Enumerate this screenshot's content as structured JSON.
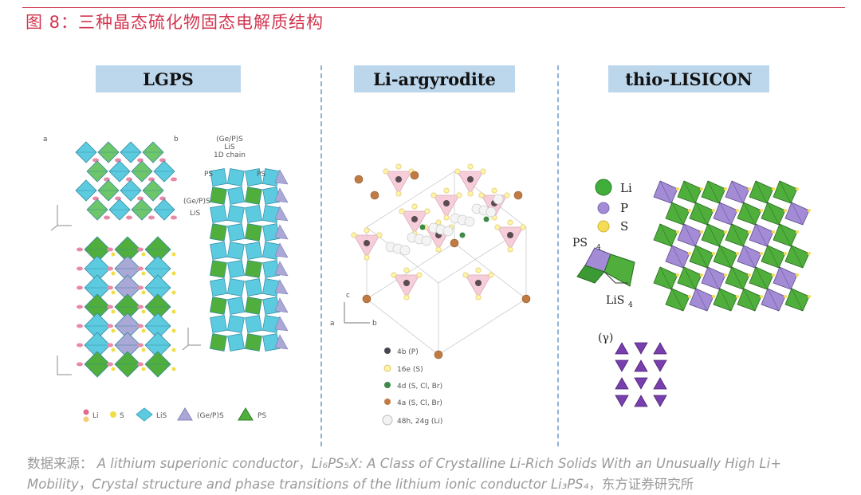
{
  "figure": {
    "title": "图 8：三种晶态硫化物固态电解质结构"
  },
  "panels": {
    "lgps": {
      "label": "LGPS",
      "sub_a": "a",
      "sub_b": "b",
      "annot_top": [
        "(Ge/P)S",
        "LiS",
        "1D chain"
      ],
      "annot_ps": "PS",
      "annot_gep": "(Ge/P)S",
      "annot_lis": "LiS",
      "legend": [
        "Li",
        "S",
        "LiS",
        "(Ge/P)S",
        "PS"
      ]
    },
    "argyrodite": {
      "label": "Li-argyrodite",
      "axes": [
        "c",
        "a",
        "b"
      ],
      "legend": [
        "4b (P)",
        "16e (S)",
        "4d (S, Cl, Br)",
        "4a (S, Cl, Br)",
        "48h, 24g (Li)"
      ]
    },
    "thio": {
      "label": "thio-LISICON",
      "legend": [
        "Li",
        "P",
        "S"
      ],
      "ps4": "PS",
      "lis4": "LiS",
      "gamma": "(γ)"
    }
  },
  "source": {
    "prefix": "数据来源：",
    "ref1": "A lithium superionic conductor",
    "sep1": "，",
    "ref2": "Li₆PS₅X: A Class of Crystalline Li-Rich Solids With an Unusually High Li+ Mobility",
    "sep2": "，",
    "ref3": "Crystal structure and phase transitions of the lithium ionic conductor Li₃PS₄",
    "sep3": "，",
    "org": "东方证券研究所"
  },
  "colors": {
    "accent": "#d2354f",
    "label_bg": "#bcd6ec",
    "cyan": "#5ccbe0",
    "green": "#4fae3c",
    "lavender": "#a9a8d6",
    "pink": "#efb9c8",
    "divider": "#8fb3d6"
  }
}
